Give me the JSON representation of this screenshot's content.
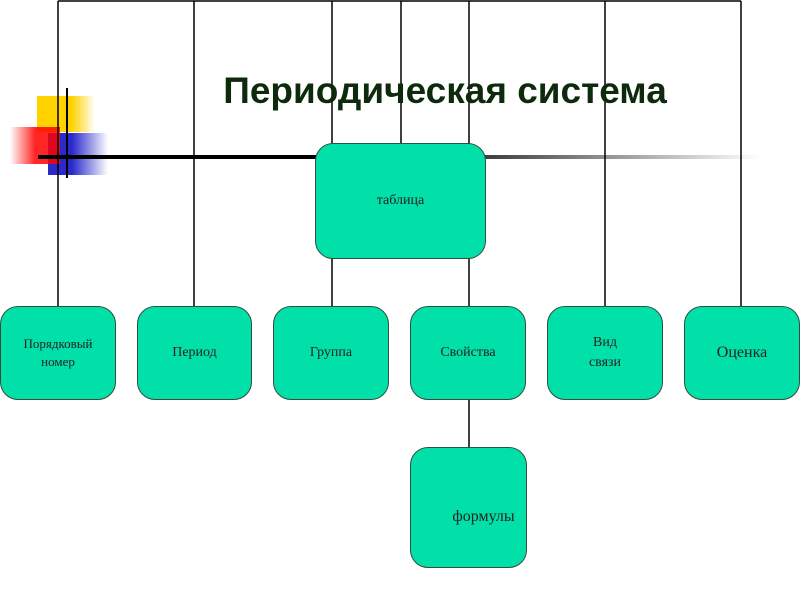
{
  "title": "Периодическая система",
  "root_node": "таблица",
  "children": [
    "Порядковый\nномер",
    "Период",
    "Группа",
    "Свойства",
    "Вид\nсвязи",
    "Оценка"
  ],
  "sub_node": "формулы",
  "colors": {
    "node_fill": "#00e0a8",
    "title": "#0d2a0d"
  }
}
